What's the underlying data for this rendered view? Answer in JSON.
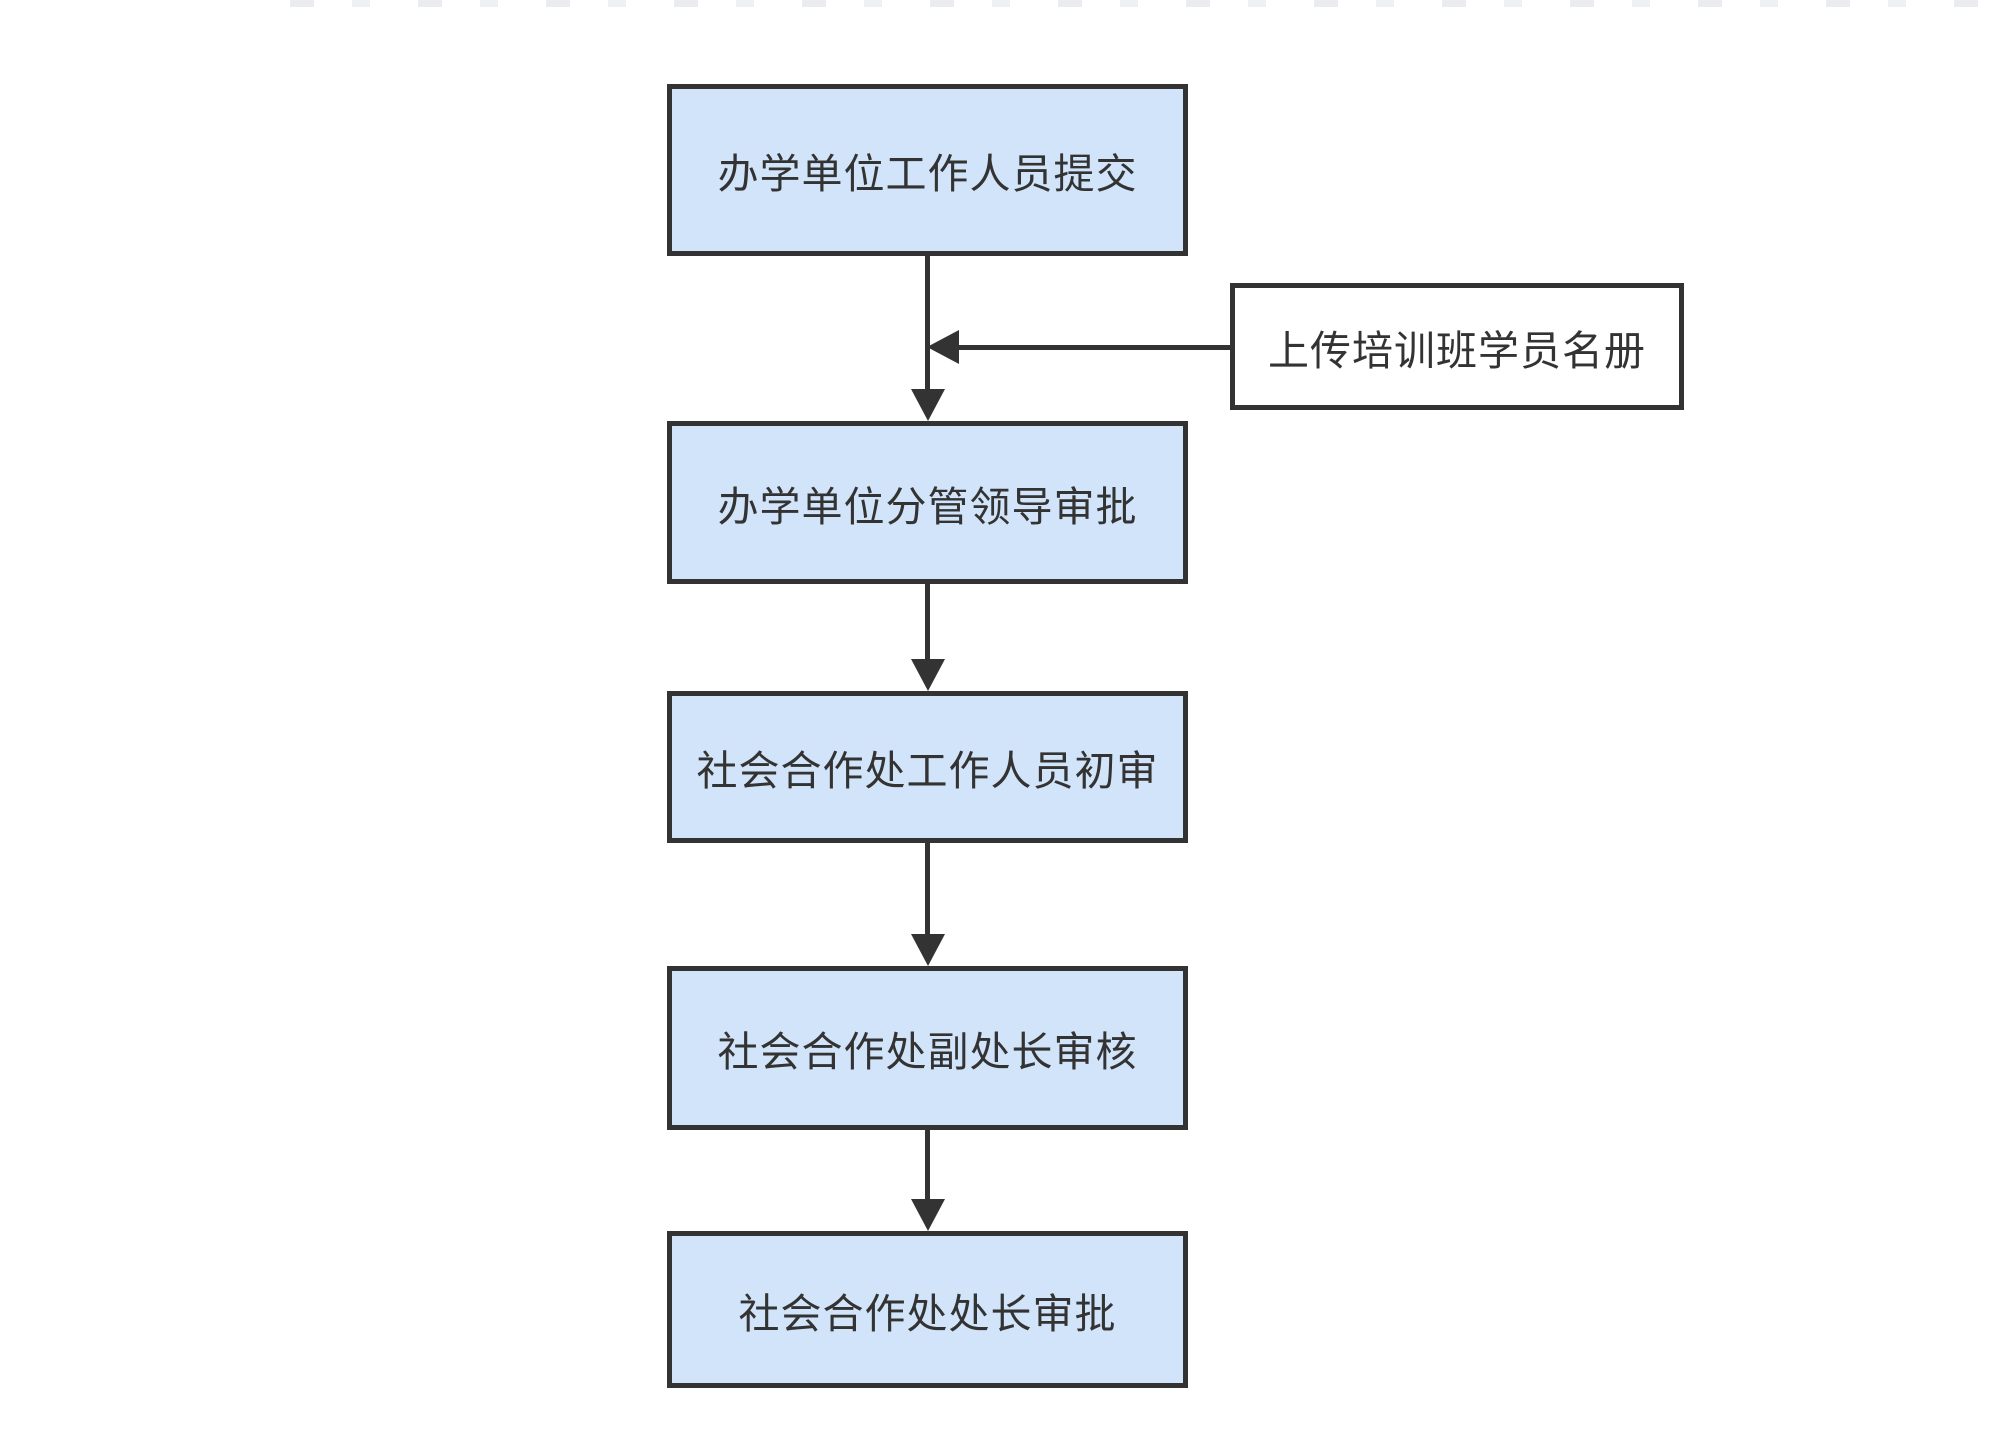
{
  "diagram": {
    "type": "flowchart",
    "direction": "top-down",
    "nodes": [
      {
        "id": "n1",
        "label": "办学单位工作人员提交"
      },
      {
        "id": "n2",
        "label": "办学单位分管领导审批"
      },
      {
        "id": "n3",
        "label": "社会合作处工作人员初审"
      },
      {
        "id": "n4",
        "label": "社会合作处副处长审核"
      },
      {
        "id": "n5",
        "label": "社会合作处处长审批"
      }
    ],
    "annotation": {
      "id": "a1",
      "label": "上传培训班学员名册"
    },
    "edges": [
      {
        "from": "n1",
        "to": "n2",
        "type": "arrow-down"
      },
      {
        "from": "n2",
        "to": "n3",
        "type": "arrow-down"
      },
      {
        "from": "n3",
        "to": "n4",
        "type": "arrow-down"
      },
      {
        "from": "n4",
        "to": "n5",
        "type": "arrow-down"
      },
      {
        "from": "a1",
        "to": "connector-n1-n2",
        "type": "arrow-left"
      }
    ],
    "colors": {
      "node_fill": "#d2e4f9",
      "node_border": "#333333",
      "annotation_fill": "#ffffff",
      "connector": "#333333",
      "text": "#333333",
      "background": "#ffffff"
    }
  }
}
